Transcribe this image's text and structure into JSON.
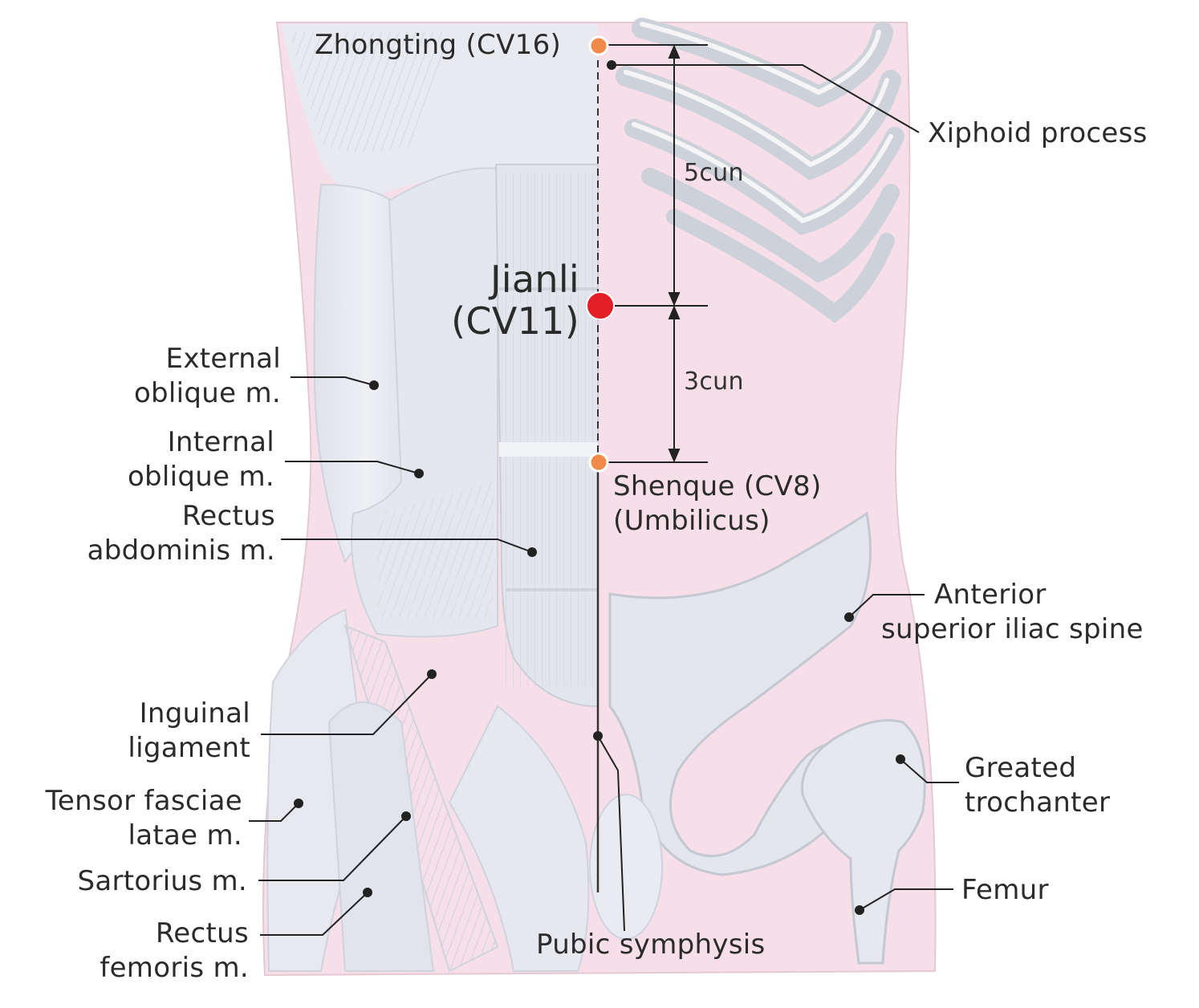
{
  "acupoint": {
    "name": "Jianli",
    "code": "(CV11)",
    "color": "#e31e24"
  },
  "reference_points": {
    "upper": "Zhongting (CV16)",
    "lower_line1": "Shenque (CV8)",
    "lower_line2": "(Umbilicus)",
    "point_color": "#f0894a"
  },
  "measurements": {
    "upper_span": "5cun",
    "lower_span": "3cun"
  },
  "labels": {
    "xiphoid": "Xiphoid process",
    "external_oblique_1": "External",
    "external_oblique_2": "oblique m.",
    "internal_oblique_1": "Internal",
    "internal_oblique_2": "oblique m.",
    "rectus_abdominis_1": "Rectus",
    "rectus_abdominis_2": "abdominis m.",
    "asis_1": "Anterior",
    "asis_2": "superior iliac spine",
    "inguinal_1": "Inguinal",
    "inguinal_2": "ligament",
    "tensor_1": "Tensor fasciae",
    "tensor_2": "latae m.",
    "sartorius": "Sartorius m.",
    "rectus_femoris_1": "Rectus",
    "rectus_femoris_2": "femoris m.",
    "greater_trochanter_1": "Greated",
    "greater_trochanter_2": "trochanter",
    "femur": "Femur",
    "pubic_symphysis": "Pubic symphysis"
  },
  "colors": {
    "skin": "#f6dfe8",
    "muscle": "#e6e8ee",
    "bone": "#d8dbe2",
    "line": "#222222"
  }
}
